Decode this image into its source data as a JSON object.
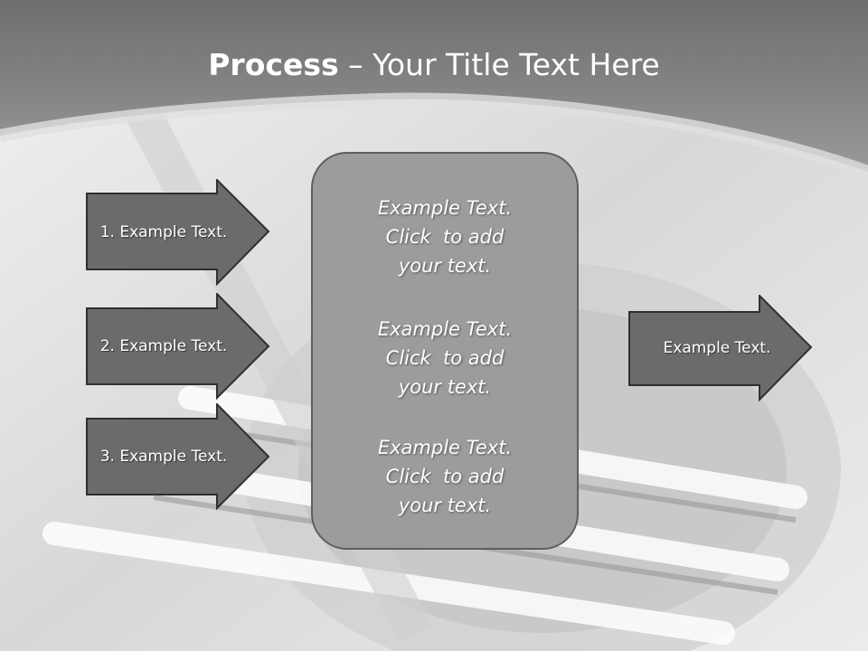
{
  "title": {
    "bold": "Process",
    "rest": " – Your Title Text Here"
  },
  "left_arrows": [
    {
      "label": "1. Example Text."
    },
    {
      "label": "2. Example Text."
    },
    {
      "label": "3. Example Text."
    }
  ],
  "center_box": {
    "blocks": [
      {
        "line1": "Example Text.",
        "line2": "Click  to add",
        "line3": "your text."
      },
      {
        "line1": "Example Text.",
        "line2": "Click  to add",
        "line3": "your text."
      },
      {
        "line1": "Example Text.",
        "line2": "Click  to add",
        "line3": "your text."
      }
    ]
  },
  "right_arrow": {
    "label": "Example Text."
  },
  "colors": {
    "arrow_fill": "#6b6b6b",
    "arrow_stroke": "#2f2f2f",
    "box_fill": "#9c9c9c",
    "header": "#7a7a7a"
  }
}
